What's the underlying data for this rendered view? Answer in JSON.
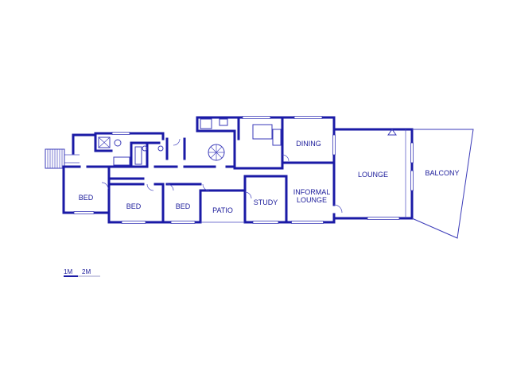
{
  "colors": {
    "wall": "#1a1aa6",
    "background": "#ffffff"
  },
  "rooms": [
    {
      "key": "bed1",
      "label": "BED"
    },
    {
      "key": "bed2",
      "label": "BED"
    },
    {
      "key": "bed3",
      "label": "BED"
    },
    {
      "key": "patio",
      "label": "PATIO"
    },
    {
      "key": "study",
      "label": "STUDY"
    },
    {
      "key": "informal1",
      "label": "INFORMAL"
    },
    {
      "key": "informal2",
      "label": "LOUNGE"
    },
    {
      "key": "dining",
      "label": "DINING"
    },
    {
      "key": "lounge",
      "label": "LOUNGE"
    },
    {
      "key": "balcony",
      "label": "BALCONY"
    }
  ],
  "scale": {
    "label_1": "1M",
    "label_2": "2M"
  }
}
